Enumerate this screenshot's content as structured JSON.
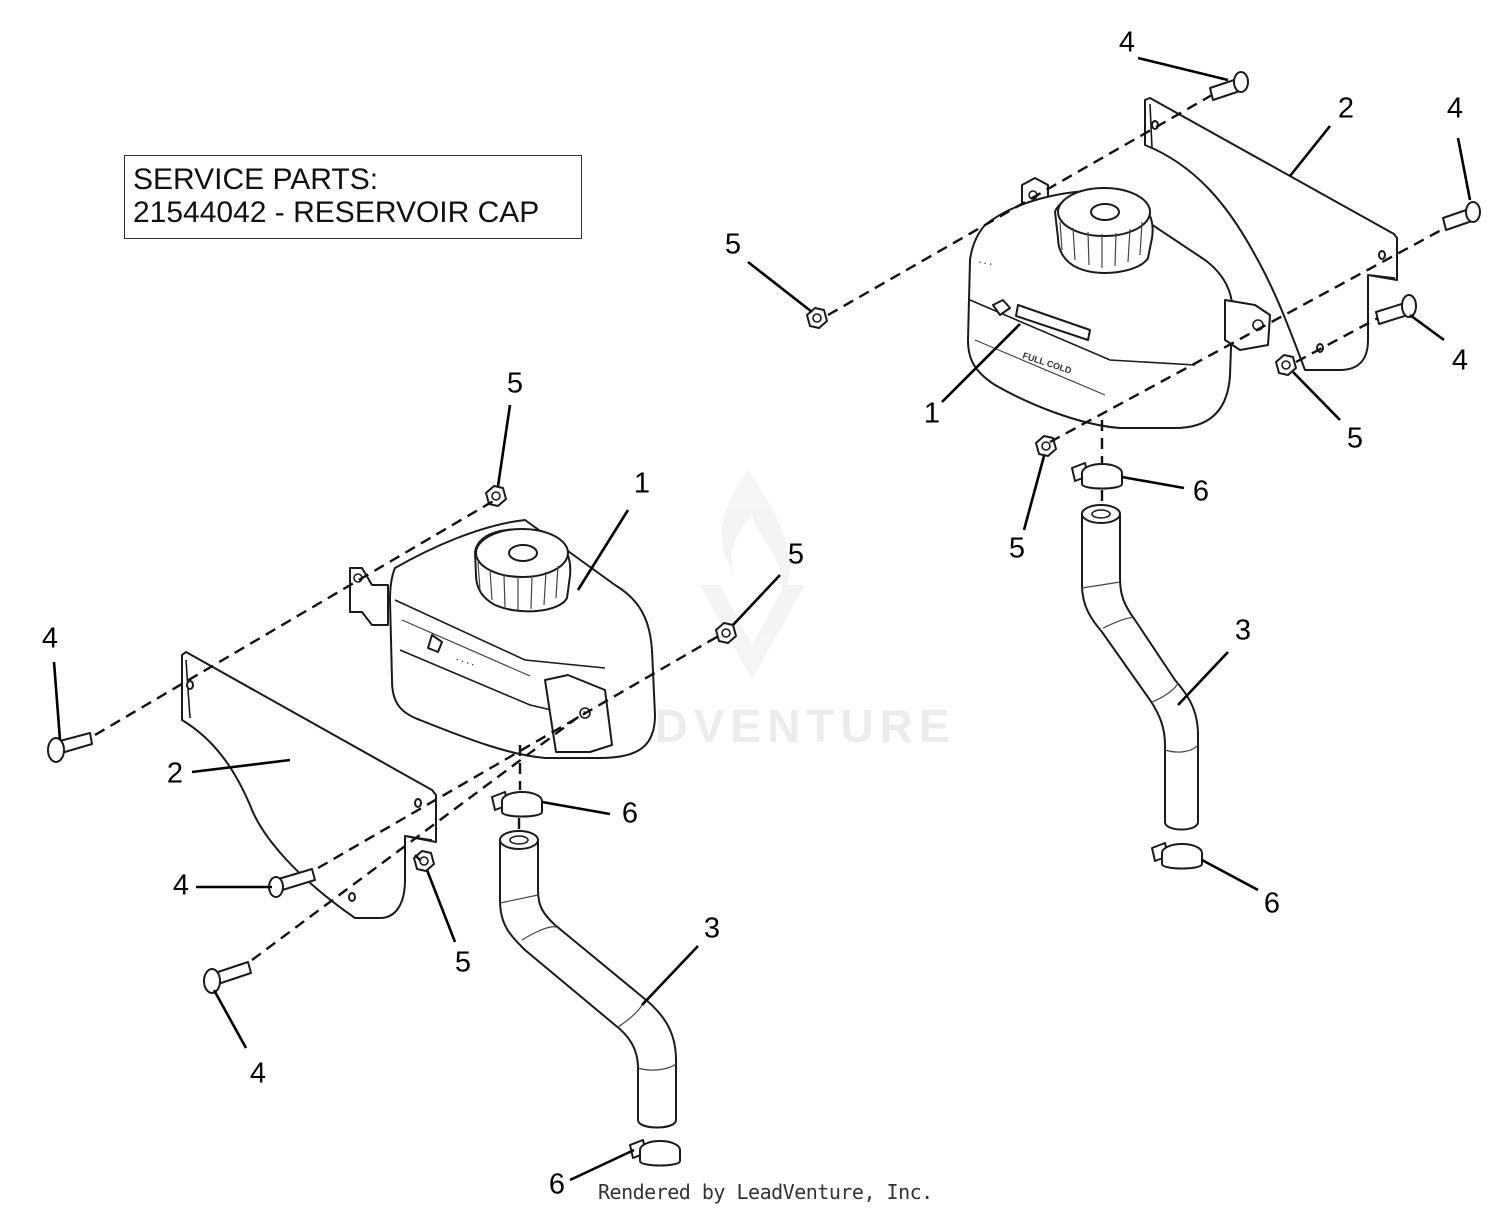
{
  "service_box": {
    "line1": "SERVICE PARTS:",
    "line2": "21544042 - RESERVOIR CAP"
  },
  "credit": "Rendered by LeadVenture, Inc.",
  "watermark": {
    "text": "LEADVENTURE",
    "icon": "leadventure-flame-logo-icon"
  },
  "left_assembly": {
    "callouts": {
      "reservoir": "1",
      "bracket": "2",
      "hose": "3",
      "bolt_left": "4",
      "bolt_mid": "4",
      "bolt_low": "4",
      "nut_top": "5",
      "nut_right": "5",
      "nut_low": "5",
      "clamp_top": "6",
      "clamp_bottom": "6"
    }
  },
  "right_assembly": {
    "callouts": {
      "reservoir": "1",
      "bracket": "2",
      "hose": "3",
      "bolt_top": "4",
      "bolt_right": "4",
      "bolt_low": "4",
      "nut_left": "5",
      "nut_right": "5",
      "nut_low": "5",
      "clamp_top": "6",
      "clamp_bottom": "6"
    },
    "tank_labels": {
      "gauge": "FULL COLD"
    }
  },
  "colors": {
    "line": "#1a1a1a",
    "watermark": "#ececec",
    "background": "#ffffff"
  }
}
